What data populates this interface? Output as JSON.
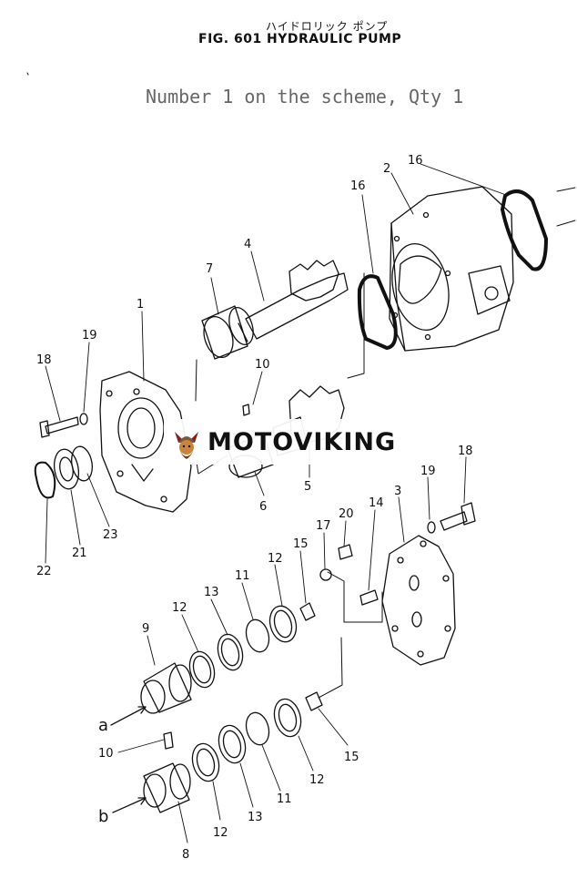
{
  "header": {
    "japanese_title": "ハイドロリック ポンプ",
    "figure_title": "FIG. 601  HYDRAULIC  PUMP",
    "subtitle": "Number 1 on the scheme, Qty 1"
  },
  "watermark": {
    "text": "MOTOVIKING",
    "logo_icon": "viking-helmet-icon"
  },
  "callouts": [
    {
      "id": "c-16a",
      "label": "16"
    },
    {
      "id": "c-2",
      "label": "2"
    },
    {
      "id": "c-16b",
      "label": "16"
    },
    {
      "id": "c-4",
      "label": "4"
    },
    {
      "id": "c-7",
      "label": "7"
    },
    {
      "id": "c-1",
      "label": "1"
    },
    {
      "id": "c-19a",
      "label": "19"
    },
    {
      "id": "c-18a",
      "label": "18"
    },
    {
      "id": "c-10a",
      "label": "10"
    },
    {
      "id": "c-5",
      "label": "5"
    },
    {
      "id": "c-6",
      "label": "6"
    },
    {
      "id": "c-23",
      "label": "23"
    },
    {
      "id": "c-21",
      "label": "21"
    },
    {
      "id": "c-22",
      "label": "22"
    },
    {
      "id": "c-18b",
      "label": "18"
    },
    {
      "id": "c-19b",
      "label": "19"
    },
    {
      "id": "c-3",
      "label": "3"
    },
    {
      "id": "c-14",
      "label": "14"
    },
    {
      "id": "c-20",
      "label": "20"
    },
    {
      "id": "c-17",
      "label": "17"
    },
    {
      "id": "c-15a",
      "label": "15"
    },
    {
      "id": "c-12a",
      "label": "12"
    },
    {
      "id": "c-11a",
      "label": "11"
    },
    {
      "id": "c-13a",
      "label": "13"
    },
    {
      "id": "c-12b",
      "label": "12"
    },
    {
      "id": "c-9",
      "label": "9"
    },
    {
      "id": "c-a",
      "label": "a"
    },
    {
      "id": "c-10b",
      "label": "10"
    },
    {
      "id": "c-15b",
      "label": "15"
    },
    {
      "id": "c-12c",
      "label": "12"
    },
    {
      "id": "c-11b",
      "label": "11"
    },
    {
      "id": "c-13b",
      "label": "13"
    },
    {
      "id": "c-b",
      "label": "b"
    },
    {
      "id": "c-12d",
      "label": "12"
    },
    {
      "id": "c-8",
      "label": "8"
    }
  ]
}
